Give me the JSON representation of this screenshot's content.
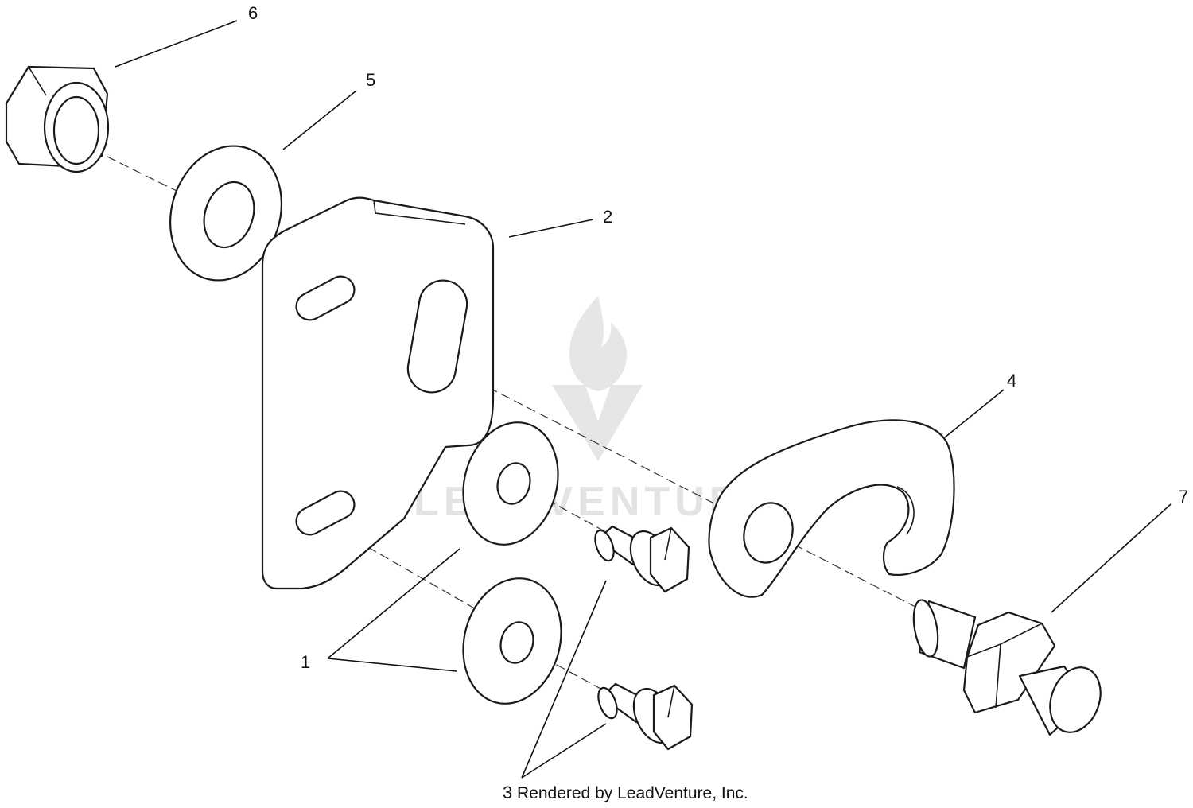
{
  "callouts": {
    "c1": "1",
    "c2": "2",
    "c3": "3",
    "c4": "4",
    "c5": "5",
    "c6": "6",
    "c7": "7"
  },
  "credit": "Rendered by LeadVenture, Inc.",
  "watermark": {
    "text": "LEADVENTURE",
    "color": "#e3e3e3"
  },
  "colors": {
    "line": "#1a1a1a",
    "background": "#ffffff"
  }
}
